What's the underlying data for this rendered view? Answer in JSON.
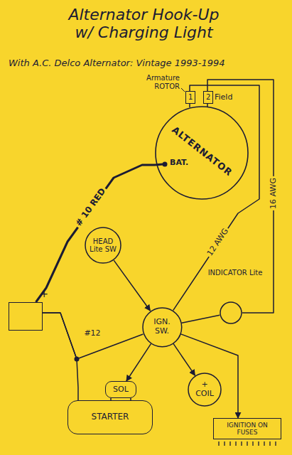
{
  "diagram": {
    "title": "Alternator Hook-Up w/ Charging Light",
    "nodes": [
      {
        "text": [
          "ALTERNATOR"
        ]
      },
      {
        "text": [
          "1"
        ],
        "in": 0
      },
      {
        "text": [
          "2"
        ],
        "in": 0
      },
      {
        "text": [
          "HEAD Lite SW"
        ]
      },
      {
        "text": [
          "INDICATOR Lite"
        ]
      },
      {
        "text": [
          "+"
        ]
      },
      {
        "text": [
          "IGN. SW."
        ]
      },
      {
        "text": [
          "+",
          "COIL"
        ]
      },
      {
        "text": [
          "SOL"
        ]
      },
      {
        "text": [
          "STARTER"
        ]
      },
      {
        "text": [
          "IGNITION ON FUSES"
        ]
      }
    ],
    "edges": [
      {
        "from": 0,
        "to": 5,
        "arrow": "none",
        "label": "# 10 RED"
      },
      {
        "from": 5,
        "to": 9,
        "arrow": "none"
      },
      {
        "from": 5,
        "to": 6,
        "arrow": "none",
        "label": "#12"
      },
      {
        "from": 1,
        "to": 6,
        "arrow": "none",
        "label": "12 AWG"
      },
      {
        "from": 2,
        "to": 4,
        "arrow": "none",
        "label": "16 AWG"
      },
      {
        "from": 6,
        "to": 4,
        "arrow": "none"
      },
      {
        "from": 3,
        "to": 6,
        "arrow": "to"
      },
      {
        "from": 6,
        "to": 8,
        "arrow": "to"
      },
      {
        "from": 6,
        "to": 7,
        "arrow": "to"
      },
      {
        "from": 6,
        "to": 10,
        "arrow": "to"
      }
    ],
    "labels": [
      "With A.C. Delco Alternator: Vintage 1993-1994",
      "Armature ROTOR",
      "Field",
      "BAT."
    ]
  }
}
